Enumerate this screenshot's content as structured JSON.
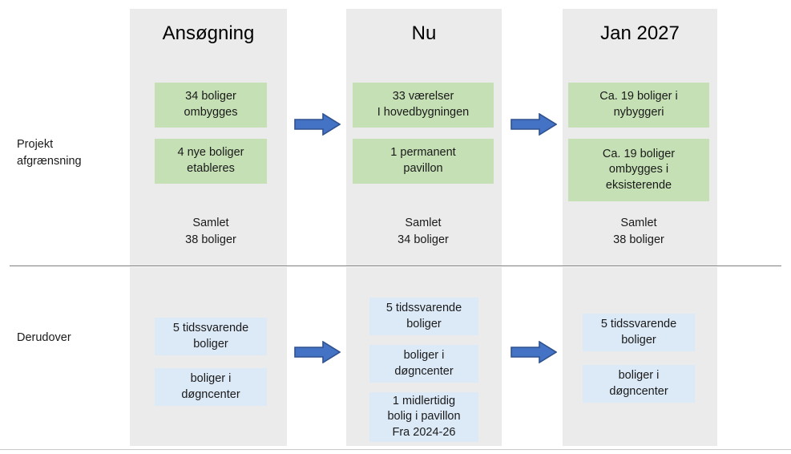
{
  "diagram": {
    "title_columns": [
      {
        "id": "ansoegning",
        "label": "Ansøgning"
      },
      {
        "id": "nu",
        "label": "Nu"
      },
      {
        "id": "jan-2027",
        "label": "Jan 2027"
      }
    ],
    "row_labels": {
      "top": "Projekt\nafgrænsning",
      "bottom": "Derudover"
    },
    "colors": {
      "panel_background": "#ebebeb",
      "green_box": "#c5e0b4",
      "blue_box": "#dce9f7",
      "arrow_fill": "#4472c4",
      "arrow_outline": "#2f528f",
      "divider": "#808080",
      "text": "#1a1a1a"
    },
    "top_row": {
      "columns": [
        {
          "id": "ansoegning",
          "boxes": [
            "34 boliger\nombygges",
            "4 nye boliger\netableres"
          ],
          "total": "Samlet\n38 boliger"
        },
        {
          "id": "nu",
          "boxes": [
            "33 værelser\nI hovedbygningen",
            "1 permanent\npavillon"
          ],
          "total": "Samlet\n34 boliger"
        },
        {
          "id": "jan-2027",
          "boxes": [
            "Ca. 19 boliger i\nnybyggeri",
            "Ca. 19 boliger\nombygges i\neksisterende"
          ],
          "total": "Samlet\n38 boliger"
        }
      ]
    },
    "bottom_row": {
      "columns": [
        {
          "id": "ansoegning",
          "boxes": [
            "5 tidssvarende\nboliger",
            "boliger i\ndøgncenter"
          ]
        },
        {
          "id": "nu",
          "boxes": [
            "5 tidssvarende\nboliger",
            "boliger i\ndøgncenter",
            "1 midlertidig\nbolig i pavillon\nFra 2024-26"
          ]
        },
        {
          "id": "jan-2027",
          "boxes": [
            "5 tidssvarende\nboliger",
            "boliger i\ndøgncenter"
          ]
        }
      ]
    },
    "arrows": [
      {
        "id": "top-1",
        "direction": "right"
      },
      {
        "id": "top-2",
        "direction": "right"
      },
      {
        "id": "bottom-1",
        "direction": "right"
      },
      {
        "id": "bottom-2",
        "direction": "right"
      }
    ]
  }
}
